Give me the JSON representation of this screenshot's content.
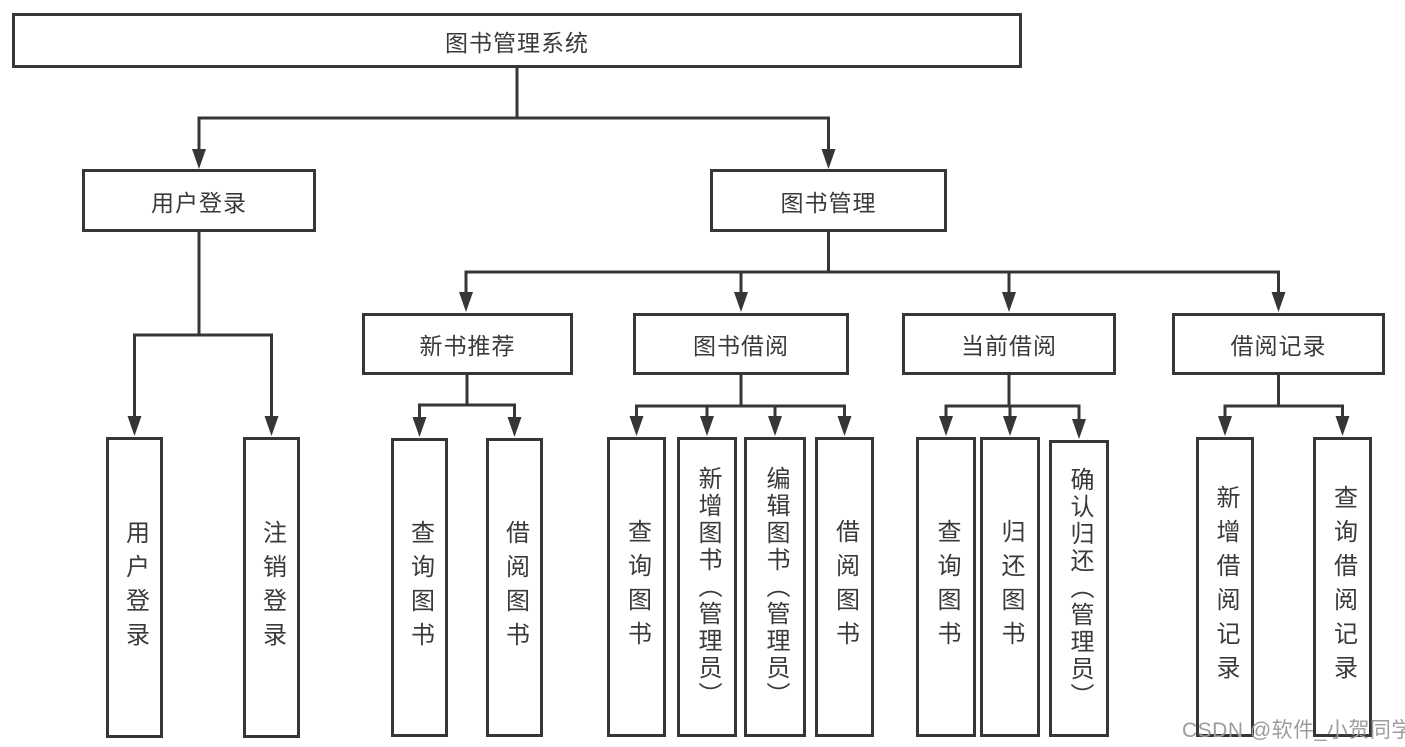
{
  "diagram": {
    "title": "图书管理系统",
    "watermark": "CSDN @软件_小贺同学",
    "colors": {
      "line": "#363636",
      "node_border": "#363636",
      "node_fill": "#ffffff",
      "text": "#3a3a3a",
      "watermark": "#9d9d9d",
      "background": "#ffffff"
    },
    "root": {
      "label": "图书管理系统"
    },
    "branches": [
      {
        "label": "用户登录",
        "children": [
          {
            "label": "用户登录"
          },
          {
            "label": "注销登录"
          }
        ]
      },
      {
        "label": "图书管理",
        "children": [
          {
            "label": "新书推荐",
            "children": [
              {
                "label": "查询图书"
              },
              {
                "label": "借阅图书"
              }
            ]
          },
          {
            "label": "图书借阅",
            "children": [
              {
                "label": "查询图书"
              },
              {
                "label": "新增图书（管理员）"
              },
              {
                "label": "编辑图书（管理员）"
              },
              {
                "label": "借阅图书"
              }
            ]
          },
          {
            "label": "当前借阅",
            "children": [
              {
                "label": "查询图书"
              },
              {
                "label": "归还图书"
              },
              {
                "label": "确认归还（管理员）"
              }
            ]
          },
          {
            "label": "借阅记录",
            "children": [
              {
                "label": "新增借阅记录"
              },
              {
                "label": "查询借阅记录"
              }
            ]
          }
        ]
      }
    ]
  }
}
